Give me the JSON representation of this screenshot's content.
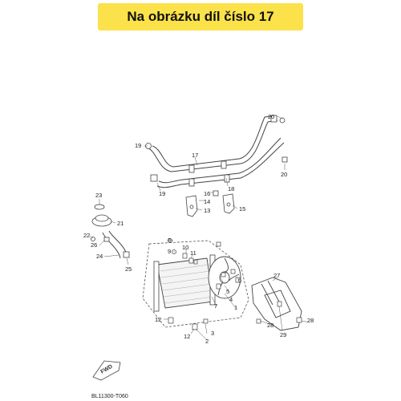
{
  "banner": {
    "text": "Na obrázku díl číslo 17"
  },
  "diagram": {
    "code": "BL11300-T060",
    "fwd_label": "FWD",
    "callouts": {
      "c1": "1",
      "c2": "2",
      "c3": "3",
      "c4": "4",
      "c5": "5",
      "c6": "6",
      "c7": "7",
      "c8": "8",
      "c9": "9",
      "c10": "10",
      "c11": "11",
      "c12a": "12",
      "c12b": "12",
      "c13": "13",
      "c14": "14",
      "c15": "15",
      "c16": "16",
      "c17": "17",
      "c18": "18",
      "c19a": "19",
      "c19b": "19",
      "c20a": "20",
      "c20b": "20",
      "c21": "21",
      "c22": "22",
      "c23": "23",
      "c24": "24",
      "c25": "25",
      "c26": "26",
      "c27": "27",
      "c28a": "28",
      "c28b": "28",
      "c29": "29"
    }
  }
}
